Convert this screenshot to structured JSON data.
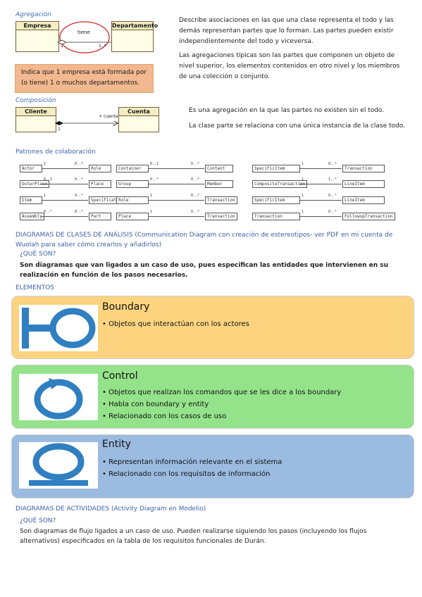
{
  "agregacion": {
    "title": "Agregación",
    "class_left": "Empresa",
    "class_right": "Departamento",
    "assoc_label": "tiene",
    "mult_left": "1",
    "mult_right": "1..*",
    "note": "Indica que 1 empresa está formada por (o tiene) 1 o muchos departamentos.",
    "desc1": "Describe asociaciones en las que una clase representa el todo y las demás representan partes que lo forman. Las partes pueden existir independientemente del todo y viceversa.",
    "desc2": "Las agregaciones típicas son las partes que componen un objeto de nivel superior, los elementos contenidos en otro nivel y los miembros de una colección o conjunto."
  },
  "composicion": {
    "title": "Composición",
    "class_left": "Cliente",
    "class_right": "Cuenta",
    "assoc_label": "+ cuenta",
    "mult_left": "1",
    "mult_right": "*",
    "desc1": "Es una agregación en la que las partes no existen sin el todo.",
    "desc2": "La clase parte se relaciona con una única instancia de la clase todo."
  },
  "patrones": {
    "title": "Patrones de colaboración",
    "rows": [
      [
        {
          "a": "Actor",
          "ma": "1",
          "mb": "0..*",
          "b": "Role"
        },
        {
          "a": "Container",
          "ma": "0..1",
          "mb": "0..*",
          "b": "Content"
        },
        {
          "a": "SpecificItem",
          "ma": "1",
          "mb": "0..*",
          "b": "Transaction"
        }
      ],
      [
        {
          "a": "OuterPlace",
          "ma": "0..1",
          "mb": "0..*",
          "b": "Place"
        },
        {
          "a": "Group",
          "ma": "0..*",
          "mb": "0..*",
          "b": "Member"
        },
        {
          "a": "CompositeTransaction",
          "ma": "1",
          "mb": "1..*",
          "b": "LineItem"
        }
      ],
      [
        {
          "a": "Item",
          "ma": "1",
          "mb": "0..*",
          "b": "Specification"
        },
        {
          "a": "Role",
          "ma": "1",
          "mb": "0..*",
          "b": "Transaction"
        },
        {
          "a": "SpecificItem",
          "ma": "1",
          "mb": "0..*",
          "b": "LineItem"
        }
      ],
      [
        {
          "a": "Assembly",
          "ma": "0..*",
          "mb": "0..*",
          "b": "Part"
        },
        {
          "a": "Place",
          "ma": "1",
          "mb": "0..*",
          "b": "Transaction"
        },
        {
          "a": "Transaction",
          "ma": "1",
          "mb": "0..*",
          "b": "FollowupTransaction"
        }
      ]
    ]
  },
  "analisis": {
    "heading": "DIAGRAMAS DE CLASES DE ANÁLISIS (Communication Diagram con creación de estereotipos- ver PDF en mi cuenta de Wuolah para saber cómo crearlos y añadirlos)",
    "question": "¿QUÉ SON?",
    "answer": "Son diagramas que van ligados a un caso de uso, pues especifican las entidades que intervienen en su realización en función de los pasos necesarios.",
    "elements_heading": "ELEMENTOS"
  },
  "cards": [
    {
      "title": "Boundary",
      "bullets": [
        "Objetos que interactúan con los actores"
      ],
      "icon": "boundary-icon",
      "color": "#fcd47f"
    },
    {
      "title": "Control",
      "bullets": [
        "Objetos que realizan los comandos que se les dice a los boundary",
        "Habla con boundary y entity",
        "Relacionado con los casos de uso"
      ],
      "icon": "control-icon",
      "color": "#94e38a"
    },
    {
      "title": "Entity",
      "bullets": [
        "Representan información relevante en el sistema",
        "Relacionado con los requisitos de información"
      ],
      "icon": "entity-icon",
      "color": "#9bbbe0"
    }
  ],
  "actividades": {
    "heading": "DIAGRAMAS DE ACTIVIDADES (Activity Diagram en Modelio)",
    "question": "¿QUÉ SON?",
    "answer": "Son diagramas de flujo ligados a un caso de uso. Pueden realizarse siguiendo los pasos (incluyendo los flujos alternativos) especificados en la tabla de los requisitos funcionales de Durán."
  },
  "colors": {
    "accent_blue": "#3d5fa8",
    "icon_blue": "#2f7fc1",
    "note_orange": "#f2b88f"
  }
}
